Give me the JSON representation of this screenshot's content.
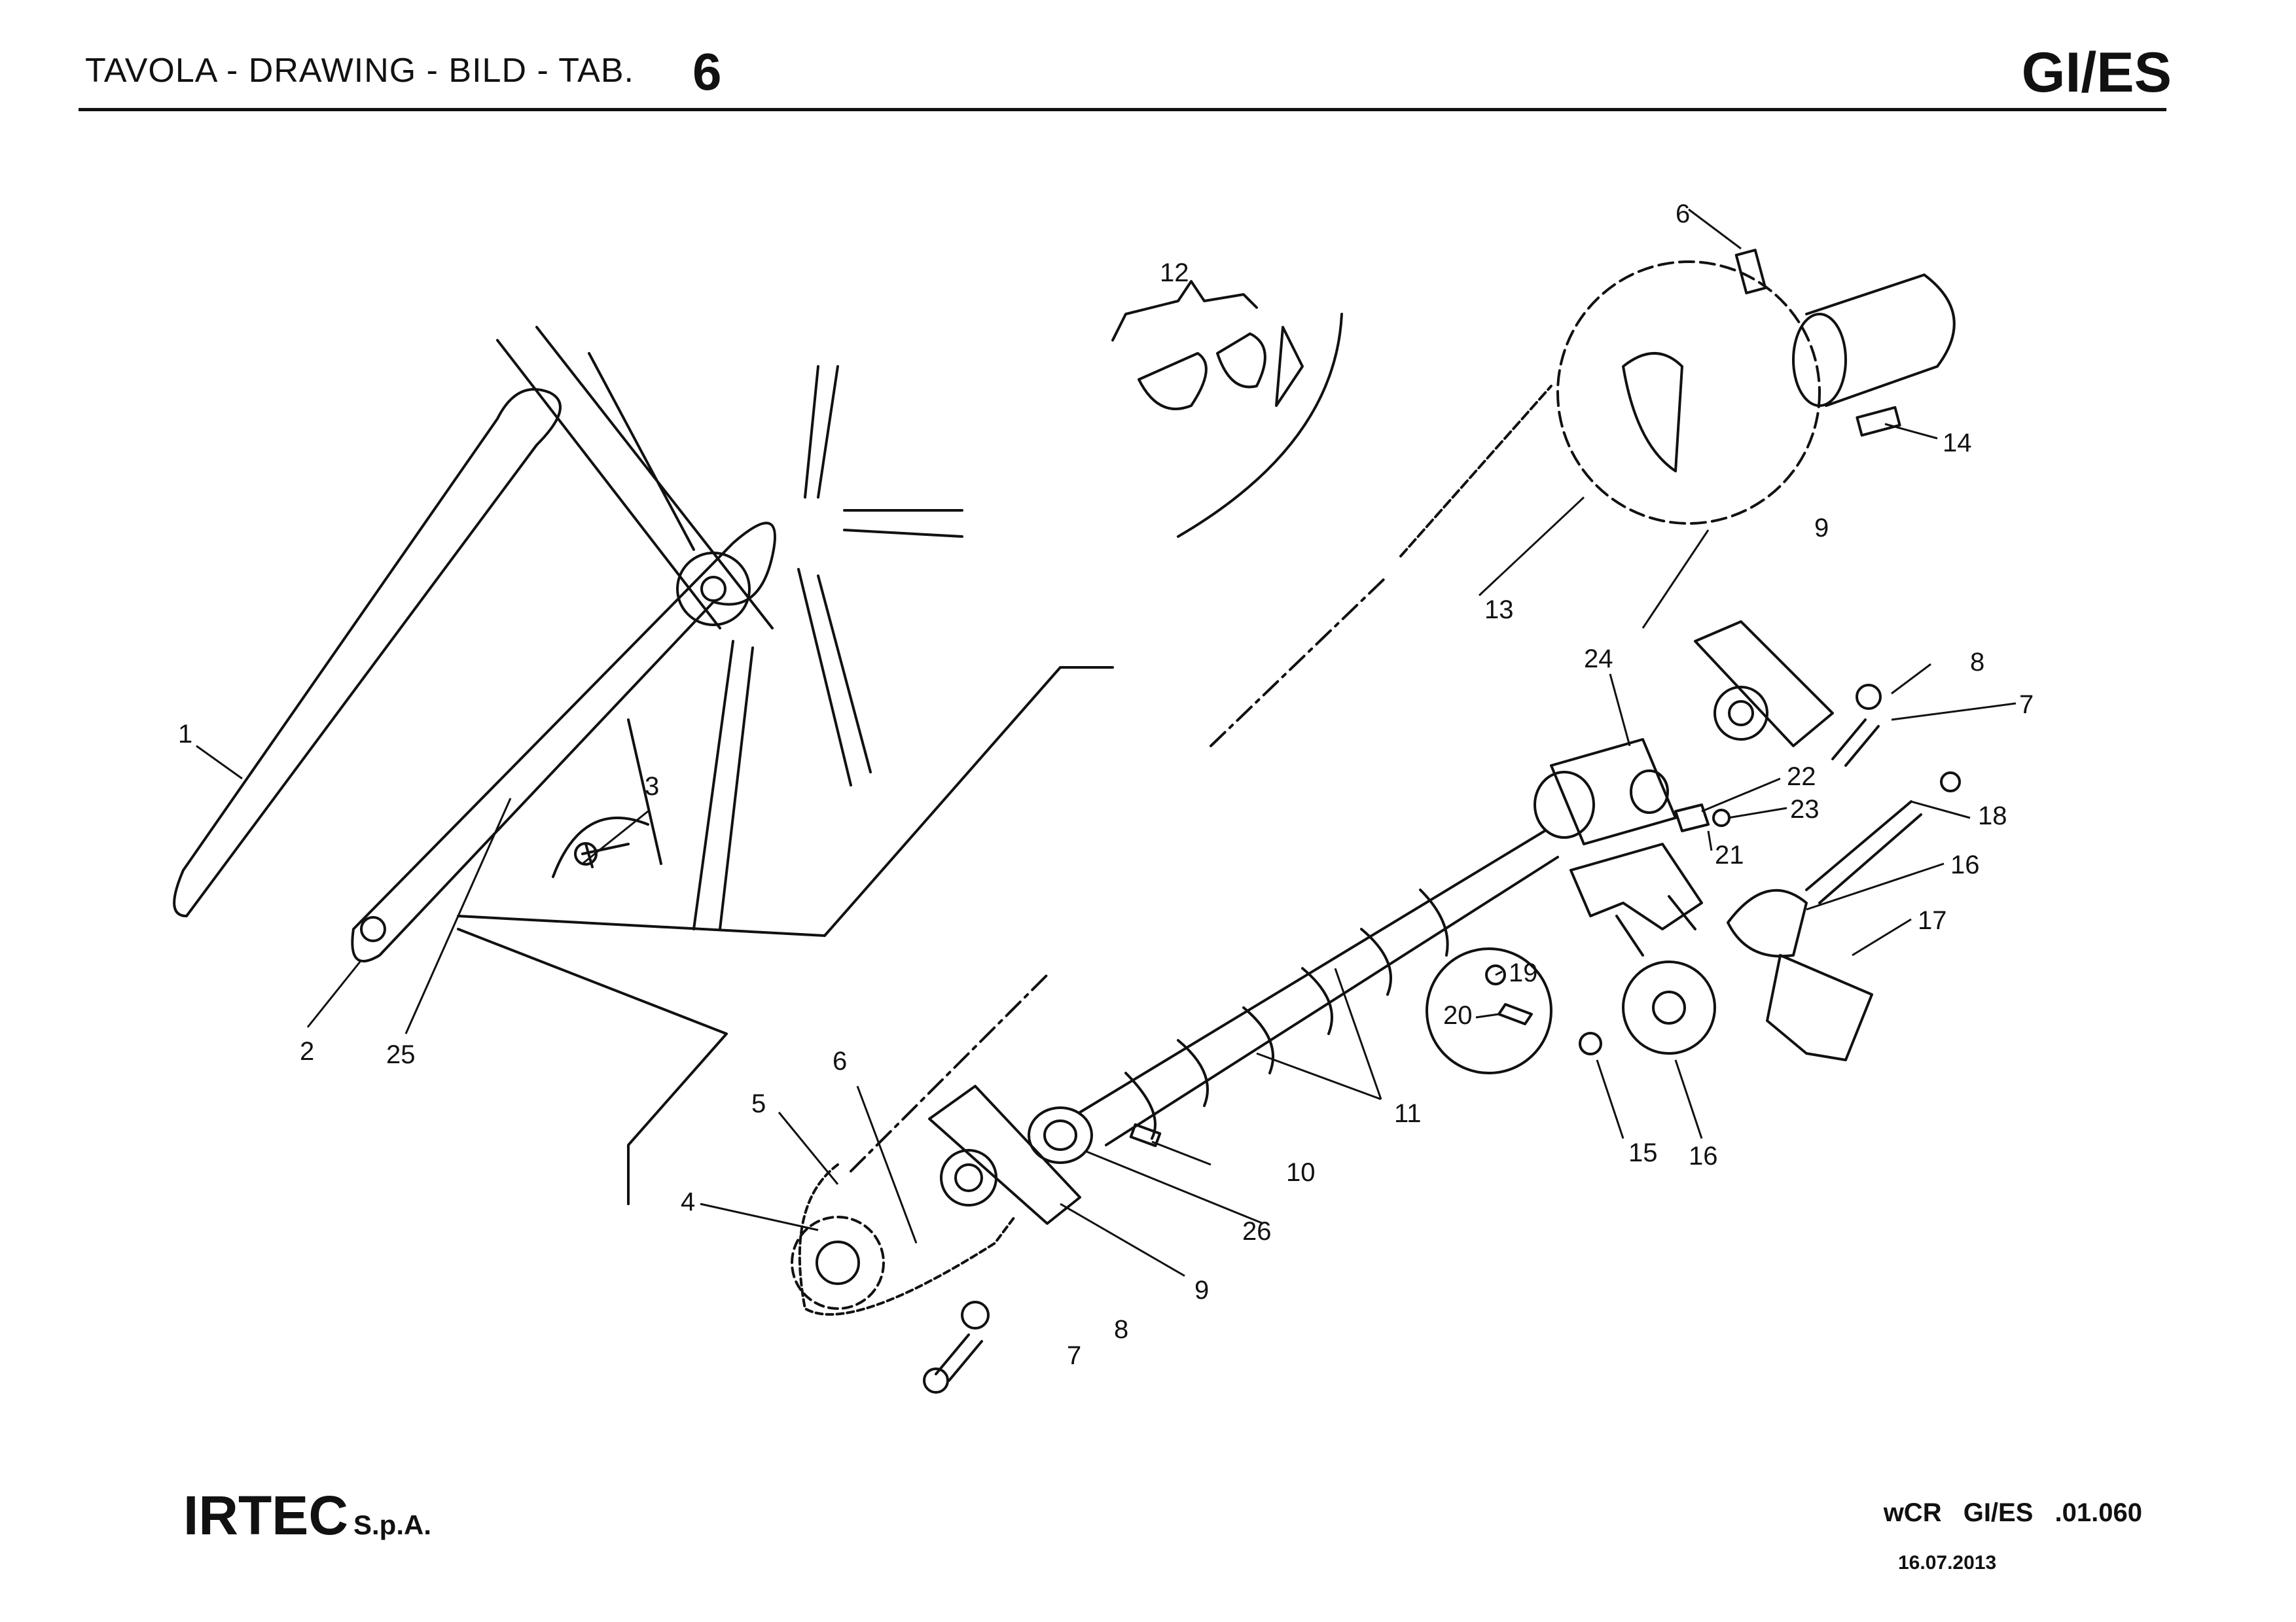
{
  "header": {
    "left_text": "TAVOLA - DRAWING - BILD - TAB.",
    "table_number": "6",
    "model": "GI/ES"
  },
  "callouts": [
    "1",
    "2",
    "25",
    "3",
    "5",
    "6",
    "4",
    "9",
    "8",
    "7",
    "10",
    "26",
    "11",
    "12",
    "6",
    "13",
    "14",
    "9",
    "24",
    "8",
    "7",
    "22",
    "23",
    "21",
    "18",
    "16",
    "17",
    "19",
    "20",
    "15",
    "16"
  ],
  "footer": {
    "company": "IRTEC",
    "company_suffix": "S.p.A.",
    "code_parts": [
      "wCR",
      "GI/ES",
      ".01.060"
    ],
    "date": "16.07.2013"
  }
}
